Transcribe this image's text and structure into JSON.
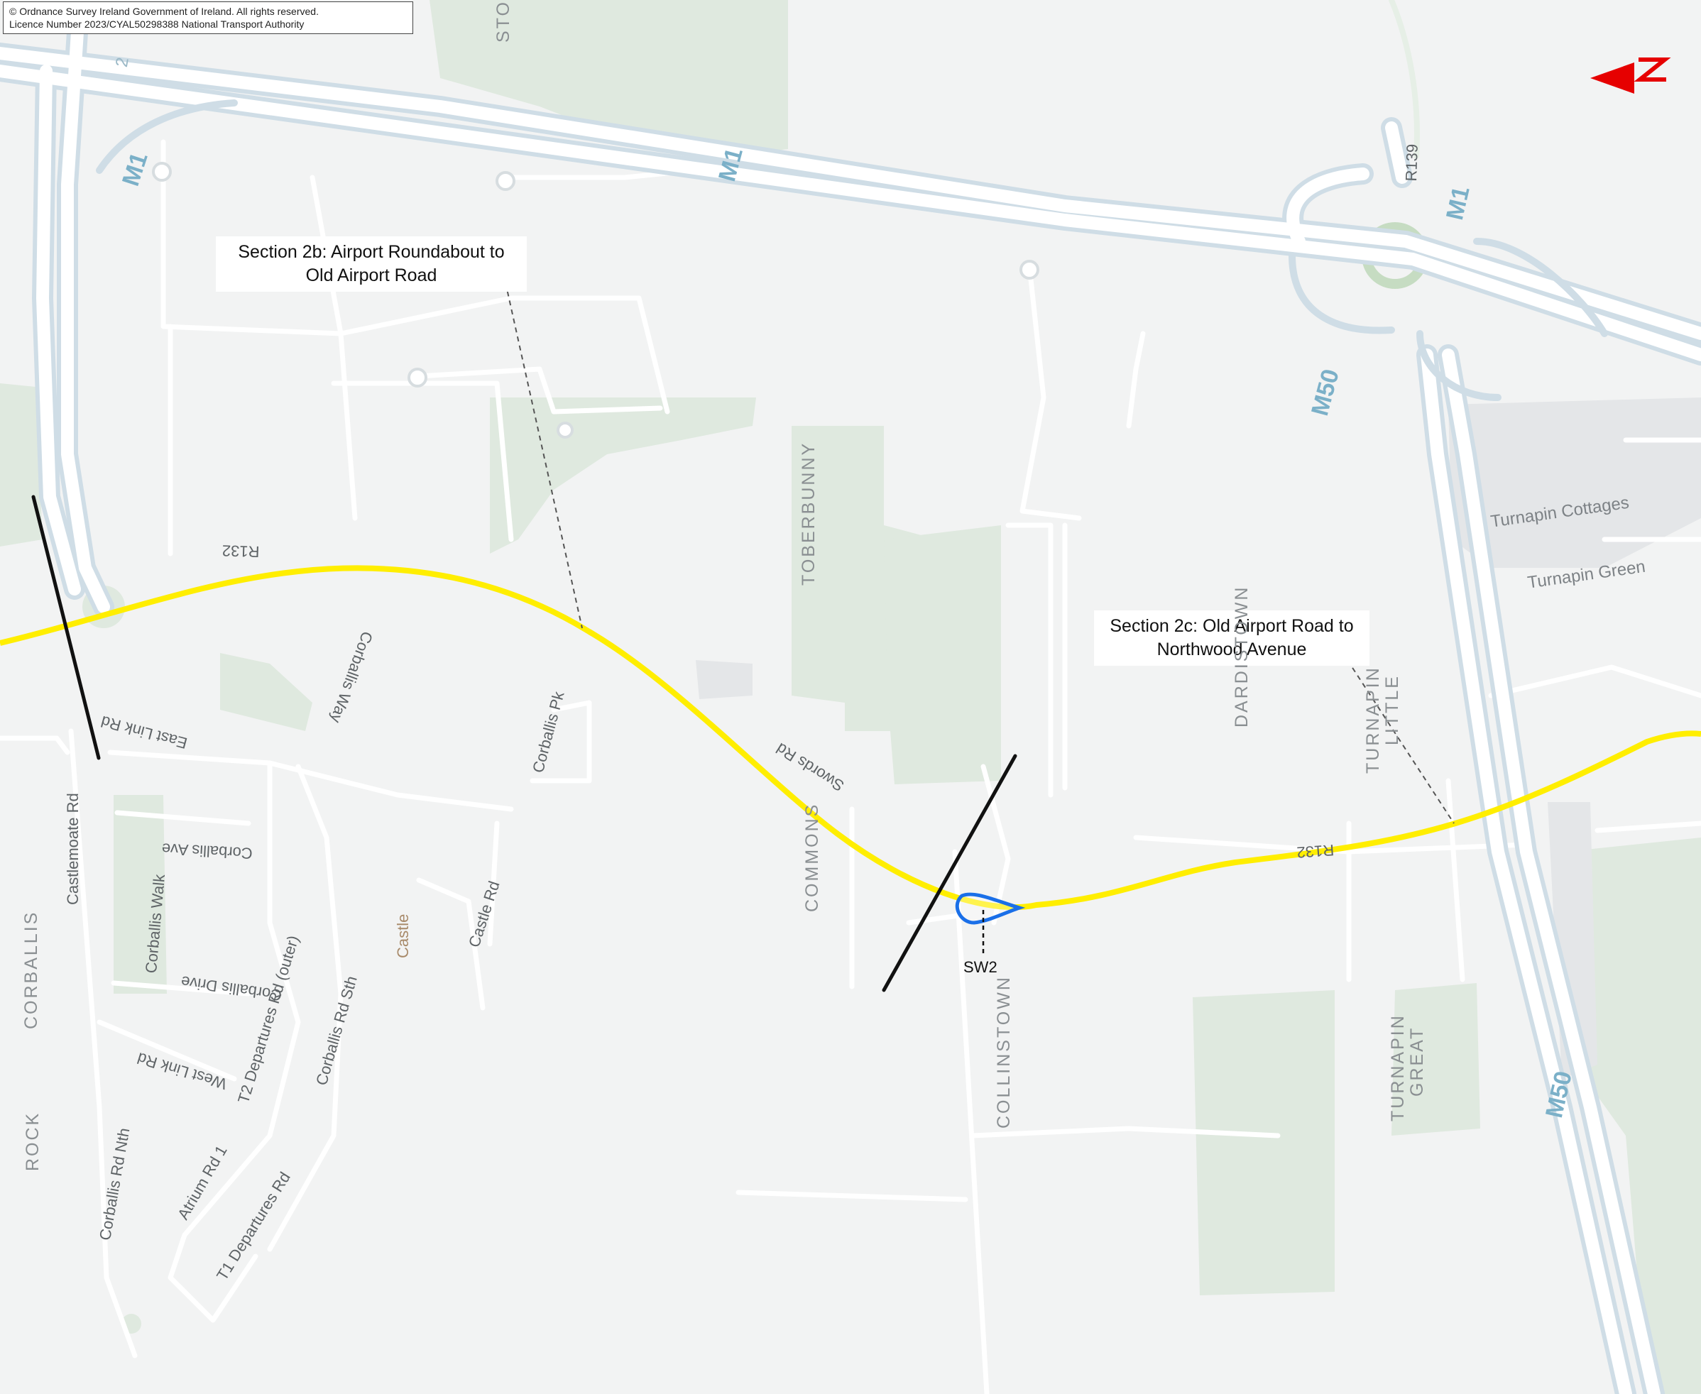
{
  "copyright": {
    "line1": "© Ordnance Survey Ireland Government of Ireland. All rights reserved.",
    "line2": "Licence Number 2023/CYAL50298388 National Transport Authority"
  },
  "callouts": {
    "section_2b": "Section 2b: Airport Roundabout to Old Airport Road",
    "section_2c": "Section 2c: Old Airport Road to Northwood Avenue"
  },
  "north_arrow": {
    "letter": "N",
    "color": "#e60000"
  },
  "feature": {
    "label": "SW2",
    "color": "#1a6fe8"
  },
  "colors": {
    "scheme_route": "#ffee00",
    "section_boundary": "#111111",
    "background": "#f2f3f3",
    "green_area": "#dfe9df",
    "road": "#ffffff",
    "motorway_casing": "#c9d9e2"
  },
  "labels": {
    "r132_west": "R132",
    "r132_east": "R132",
    "r139": "R139",
    "m1_a": "M1",
    "m1_b": "M1",
    "m1_c": "M1",
    "m50_a": "M50",
    "m50_b": "M50",
    "shield_2": "2",
    "swords_rd": "Swords Rd",
    "east_link_rd": "East Link Rd",
    "west_link_rd": "West Link Rd",
    "corballis_way": "Corballis Way",
    "corballis_pk": "Corballis Pk",
    "corballis_ave": "Corballis Ave",
    "corballis_walk": "Corballis Walk",
    "corballis_drive": "Corballis Drive",
    "castlemoate_rd": "Castlemoate Rd",
    "castle_rd": "Castle Rd",
    "castle": "Castle",
    "t2_departures": "T2 Departures Rd (outer)",
    "corballis_rd_sth": "Corballis Rd Sth",
    "corballis_rd_nth": "Corballis Rd Nth",
    "atrium_rd": "Atrium Rd 1",
    "t1_departures": "T1 Departures Rd",
    "tobberbunny": "TOBERBUNNY",
    "commons": "COMMONS",
    "collinstown": "COLLINSTOWN",
    "corballis": "CORBALLIS",
    "rock": "ROCK",
    "dardistown": "DARDISTOWN",
    "turnapin_little_1": "TURNAPIN",
    "turnapin_little_2": "LITTLE",
    "turnapin_great_1": "TURNAPIN",
    "turnapin_great_2": "GREAT",
    "turnapin_cottages": "Turnapin Cottages",
    "turnapin_green": "Turnapin Green",
    "sto": "STO"
  }
}
